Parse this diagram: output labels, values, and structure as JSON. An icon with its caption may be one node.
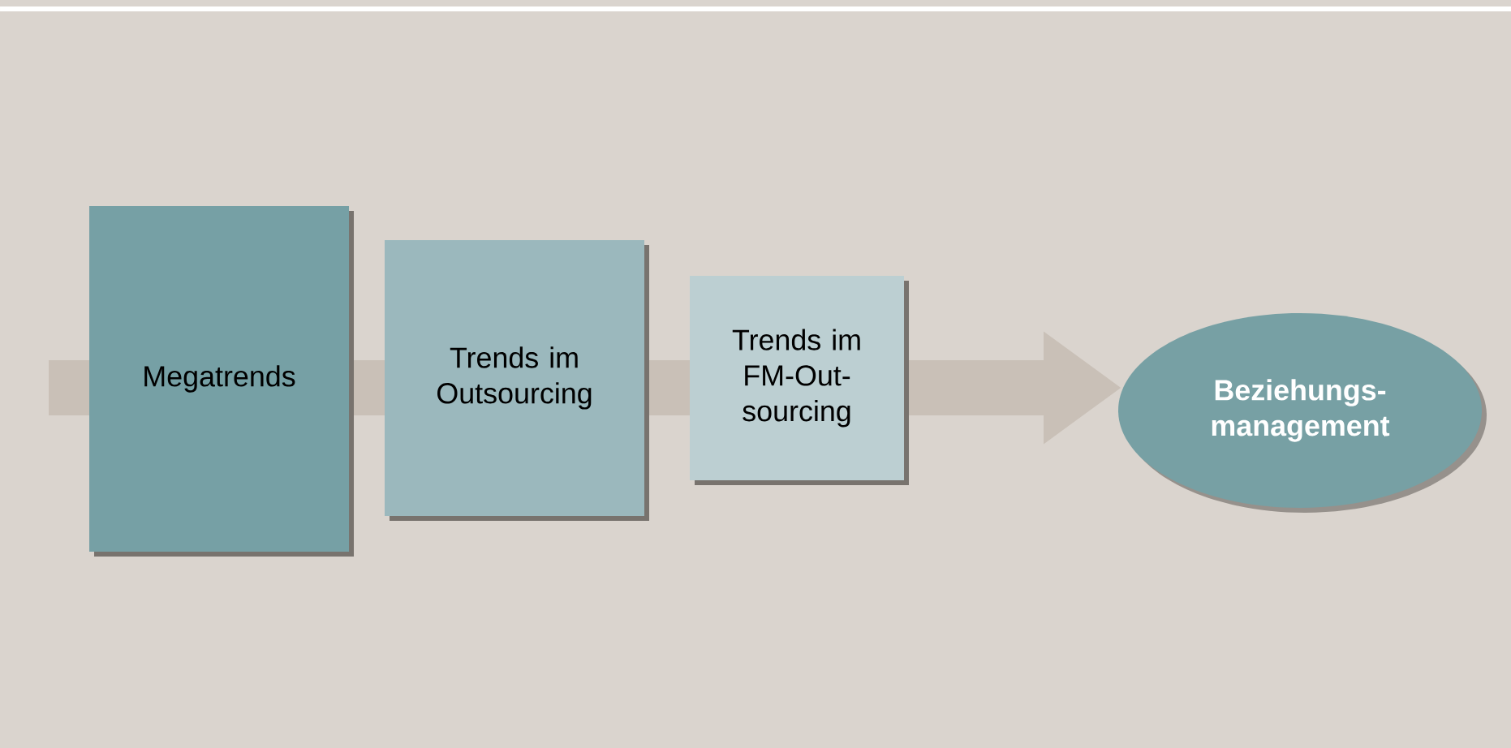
{
  "diagram": {
    "nodes": [
      {
        "text": [
          "Megatrends"
        ]
      },
      {
        "text": [
          "Trends im Outsourcing"
        ]
      },
      {
        "text": [
          "Trends im FM-Out- sourcing"
        ]
      },
      {
        "text": [
          "Beziehungs- management"
        ]
      }
    ],
    "edges": [
      {
        "from": null,
        "to": 3,
        "arrow": "to",
        "color": "#c9c0b7"
      }
    ]
  }
}
